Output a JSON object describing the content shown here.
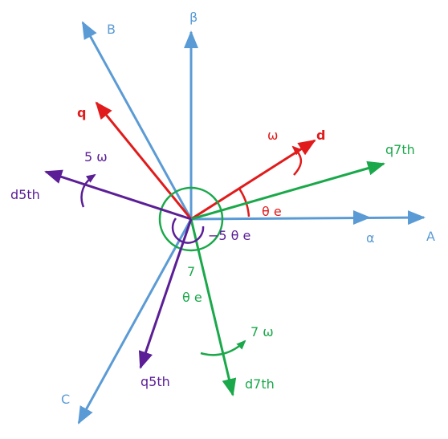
{
  "colors": {
    "blue": "#5b9bd5",
    "red": "#e11b1b",
    "green": "#1aa84a",
    "purple": "#5b1e96"
  },
  "labels": {
    "A": "A",
    "B": "B",
    "C": "C",
    "alpha": "α",
    "beta": "β",
    "d": "d",
    "q": "q",
    "omega": "ω",
    "theta_e": "θ e",
    "q7th": "q7th",
    "d7th": "d7th",
    "seven": "7",
    "seven_theta_e": "θ e",
    "seven_omega": "7 ω",
    "d5th": "d5th",
    "q5th": "q5th",
    "five_omega": "5 ω",
    "neg_five_theta_e": "−5 θ e"
  }
}
